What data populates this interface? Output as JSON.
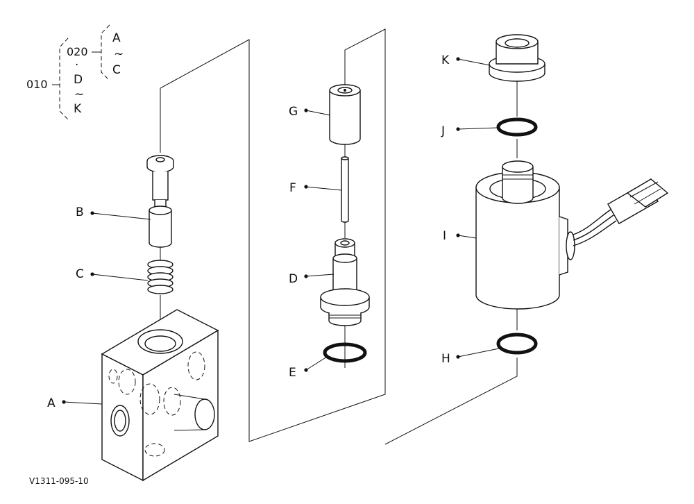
{
  "tree": {
    "root": "010",
    "child": "020",
    "a_from": "A",
    "a_tilde": "~",
    "a_to": "C",
    "dot": "·",
    "d_from": "D",
    "d_tilde": "~",
    "d_to": "K"
  },
  "parts": [
    {
      "id": "A"
    },
    {
      "id": "B"
    },
    {
      "id": "C"
    },
    {
      "id": "D"
    },
    {
      "id": "E"
    },
    {
      "id": "F"
    },
    {
      "id": "G"
    },
    {
      "id": "H"
    },
    {
      "id": "I"
    },
    {
      "id": "J"
    },
    {
      "id": "K"
    }
  ],
  "drawing_code": "V1311-095-10"
}
